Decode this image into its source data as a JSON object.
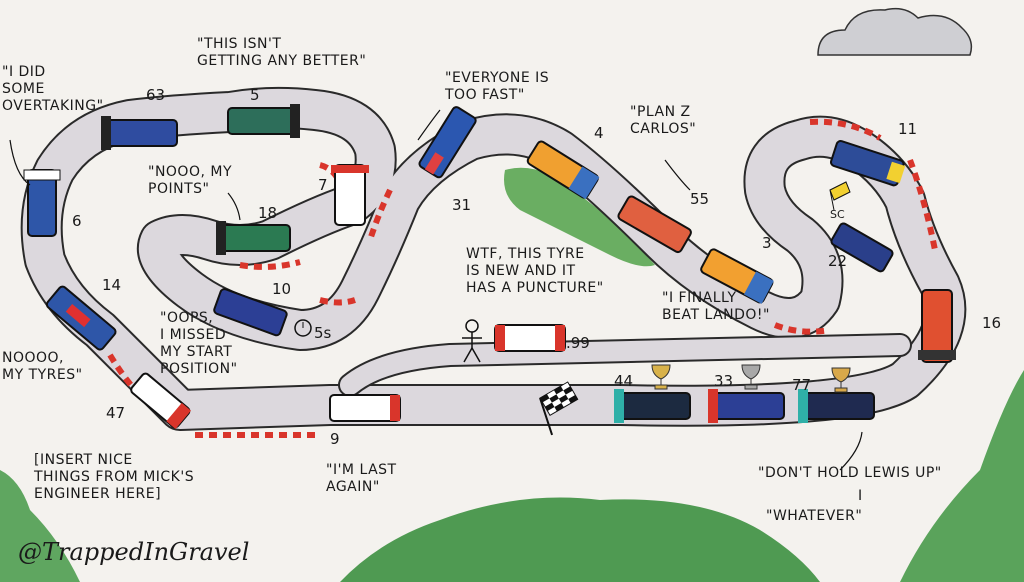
{
  "quotes": {
    "q63": "\"I DID\nSOME\nOVERTAKING\"",
    "q5": "\"THIS ISN'T\nGETTING ANY BETTER\"",
    "q31": "\"EVERYONE IS\nTOO FAST\"",
    "q55": "\"PLAN Z\nCARLOS\"",
    "q18": "\"NOOO, MY\nPOINTS\"",
    "q99": "WTF, THIS TYRE\nIS NEW AND IT\nHAS A PUNCTURE\"",
    "q3": "\"I FINALLY\nBEAT LANDO!\"",
    "q10": "\"OOPS,\nI MISSED\nMY START\nPOSITION\"",
    "q14": "NOOOO,\nMY TYRES\"",
    "q47": "[INSERT NICE\nTHINGS FROM MICK'S\nENGINEER HERE]",
    "q9": "\"I'M LAST\nAGAIN\"",
    "q77a": "\"DON'T HOLD LEWIS UP\"",
    "q77sep": "I",
    "q77b": "\"WHATEVER\""
  },
  "numbers": {
    "n63": "63",
    "n5": "5",
    "n7": "7",
    "n6": "6",
    "n18": "18",
    "n31": "31",
    "n4": "4",
    "n55": "55",
    "n3": "3",
    "n11": "11",
    "n22": "22",
    "n10": "10",
    "n5s": "5s",
    "n14": "14",
    "n47": "47",
    "n9": "9",
    "n99": ".99",
    "n44": "44",
    "n33": "33",
    "n77": "77",
    "n16": "16",
    "sc": "SC"
  },
  "signature": "@TrappedInGravel",
  "colors": {
    "track": "#dcd8dd",
    "trackEdge": "#2a2a2a",
    "kerbRed": "#d9352b",
    "grass": "#4f9a52",
    "sky_cloud": "#cfcfd3"
  }
}
